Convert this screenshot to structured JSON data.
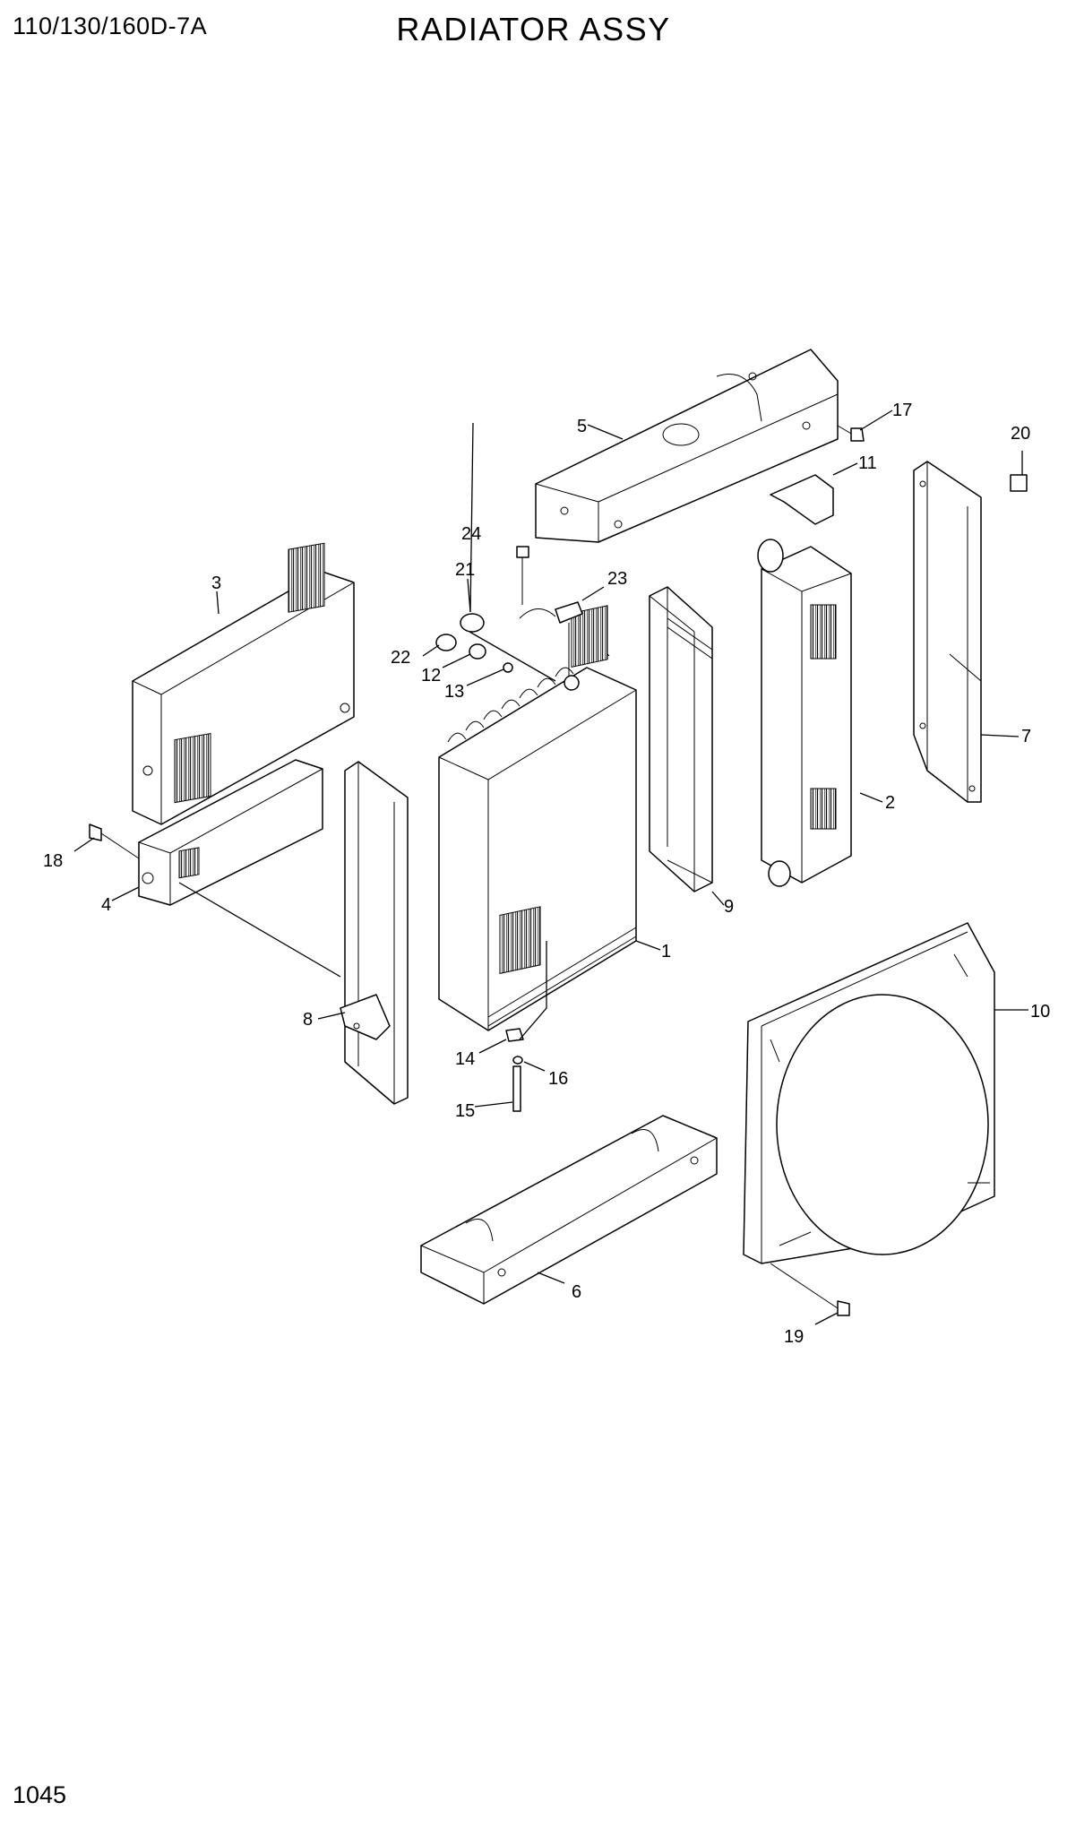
{
  "header": {
    "model": "110/130/160D-7A",
    "title": "RADIATOR ASSY"
  },
  "footer": {
    "page_number": "1045"
  },
  "callouts": {
    "c1": "1",
    "c2": "2",
    "c3": "3",
    "c4": "4",
    "c5": "5",
    "c6": "6",
    "c7": "7",
    "c8": "8",
    "c9": "9",
    "c10": "10",
    "c11": "11",
    "c12": "12",
    "c13": "13",
    "c14": "14",
    "c15": "15",
    "c16": "16",
    "c17": "17",
    "c18": "18",
    "c19": "19",
    "c20": "20",
    "c21": "21",
    "c22": "22",
    "c23": "23",
    "c24": "24"
  }
}
